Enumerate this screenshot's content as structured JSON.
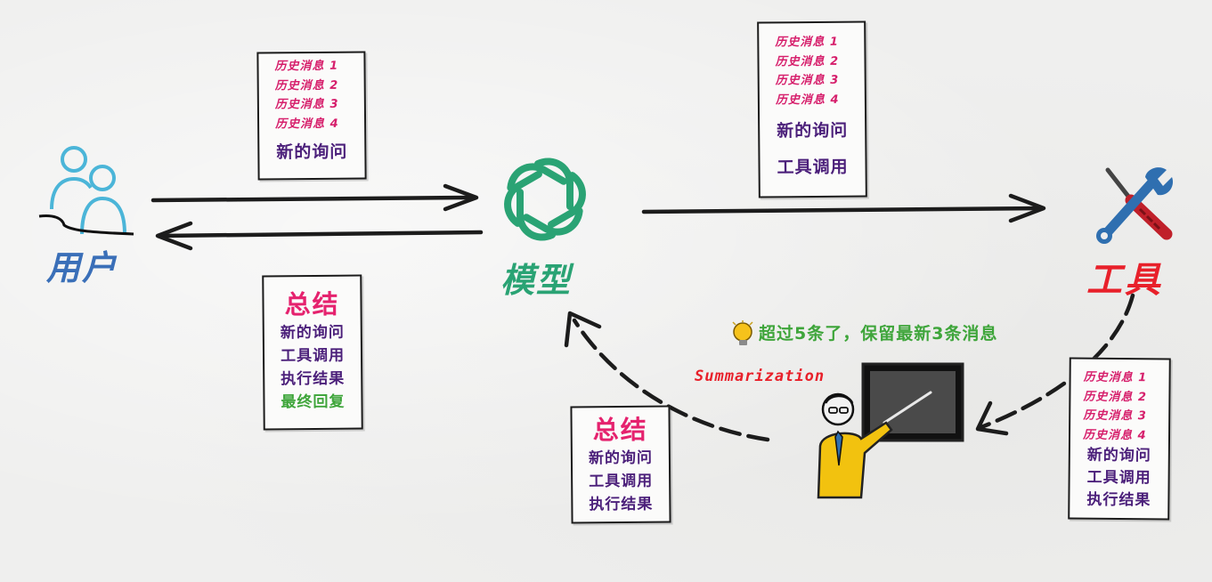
{
  "nodes": {
    "user_label": "用户",
    "model_label": "模型",
    "tool_label": "工具"
  },
  "note": {
    "text": "超过5条了，保留最新3条消息",
    "summarization_label": "Summarization"
  },
  "cards": {
    "user_to_model": {
      "history": [
        "历史消息 1",
        "历史消息 2",
        "历史消息 3",
        "历史消息 4"
      ],
      "query": "新的询问"
    },
    "model_to_tool": {
      "history": [
        "历史消息 1",
        "历史消息 2",
        "历史消息 3",
        "历史消息 4"
      ],
      "query": "新的询问",
      "tool_call": "工具调用"
    },
    "tool_to_summarizer": {
      "history": [
        "历史消息 1",
        "历史消息 2",
        "历史消息 3",
        "历史消息 4"
      ],
      "query": "新的询问",
      "tool_call": "工具调用",
      "result": "执行结果"
    },
    "summary_to_model": {
      "title": "总结",
      "lines": [
        "新的询问",
        "工具调用",
        "执行结果"
      ]
    },
    "model_to_user": {
      "title": "总结",
      "lines": [
        "新的询问",
        "工具调用",
        "执行结果"
      ],
      "final": "最终回复"
    }
  },
  "colors": {
    "user": "#3a6fb8",
    "model": "#2aa374",
    "tool": "#e8202a",
    "history": "#d61e6b",
    "summary_title": "#e5226e",
    "purple_text": "#4b1f7a",
    "final_reply": "#3ea53a",
    "note": "#3ea53a"
  },
  "icons": [
    "users-icon",
    "openai-logo-icon",
    "tools-icon",
    "presenter-icon",
    "lightbulb-icon"
  ]
}
